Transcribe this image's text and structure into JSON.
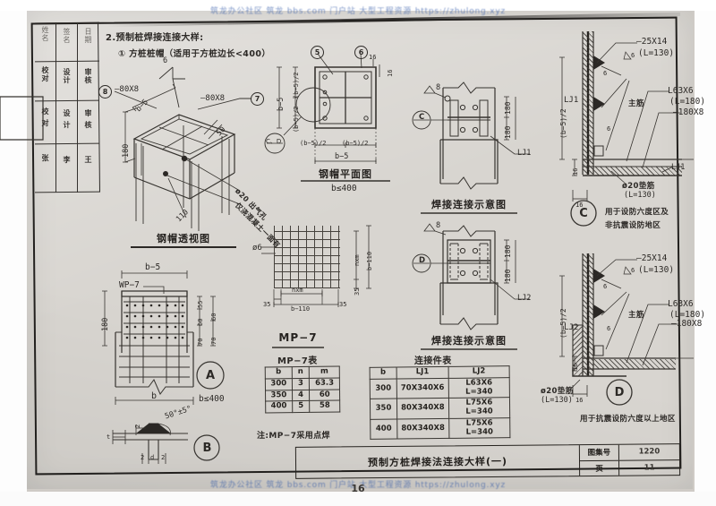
{
  "document": {
    "page_number": "16",
    "watermark_top": "筑龙办公社区 筑龙 bbs.com 门户站 大型工程资源 https://zhulong.xyz",
    "watermark_bottom": "筑龙办公社区 筑龙 bbs.com 门户站 大型工程资源 https://zhulong.xyz"
  },
  "signature_block": {
    "columns": [
      {
        "header": "校对",
        "role": "校对"
      },
      {
        "header": "设计",
        "role": "设计"
      },
      {
        "header": "审核",
        "role": "审核"
      }
    ],
    "labels_row1": [
      "姓名",
      "签名",
      "日期"
    ],
    "labels_row2": [
      "校 对",
      "设 计",
      "审 核"
    ],
    "labels_row3": [
      "张",
      "李",
      "王"
    ]
  },
  "heading": {
    "section": "2.预制桩焊接连接大样:",
    "subsection": "① 方桩桩帽（适用于方桩边长<400）"
  },
  "figures": {
    "steel_cap_perspective": {
      "title": "钢帽透视图",
      "labels": [
        {
          "key": "tag8",
          "text": "8"
        },
        {
          "key": "plate_left",
          "text": "—80X8"
        },
        {
          "key": "plate_right",
          "text": "—80X8"
        },
        {
          "key": "tag7",
          "text": "7"
        },
        {
          "key": "weld6",
          "text": "6"
        },
        {
          "key": "dim_b5",
          "text": "b−5"
        },
        {
          "key": "dim_180",
          "text": "180"
        },
        {
          "key": "dim_50",
          "text": "50"
        },
        {
          "key": "dim_110",
          "text": "110"
        },
        {
          "key": "vent_hole",
          "text": "ø20 出气孔"
        },
        {
          "key": "vent_note",
          "text": "仅浇混凝土一面有"
        }
      ]
    },
    "steel_cap_plan": {
      "title": "钢帽平面图",
      "subtitle": "b≤400",
      "labels": [
        {
          "key": "tag5",
          "text": "5"
        },
        {
          "key": "tag6",
          "text": "6"
        },
        {
          "key": "dim16a",
          "text": "16"
        },
        {
          "key": "dim16b",
          "text": "16"
        },
        {
          "key": "dim_b5_v",
          "text": "b−5"
        },
        {
          "key": "dim_half_a",
          "text": "(b−5)/2"
        },
        {
          "key": "dim_half_b",
          "text": "(b−5)/2"
        },
        {
          "key": "dim_half_c",
          "text": "(b−5)/2"
        },
        {
          "key": "dim_half_d",
          "text": "(b−5)/2"
        },
        {
          "key": "dim_b5_h",
          "text": "b−5"
        },
        {
          "key": "detail_cd",
          "text": "C、D"
        }
      ]
    },
    "weld_schematic_1": {
      "title": "焊接连接示意图",
      "labels": [
        {
          "key": "weld8",
          "text": "8"
        },
        {
          "key": "detail_c",
          "text": "C"
        },
        {
          "key": "dim180a",
          "text": "180"
        },
        {
          "key": "dim180b",
          "text": "180"
        },
        {
          "key": "lj1",
          "text": "LJ1"
        }
      ]
    },
    "weld_schematic_2": {
      "title": "焊接连接示意图",
      "labels": [
        {
          "key": "weld8",
          "text": "8"
        },
        {
          "key": "detail_d",
          "text": "D"
        },
        {
          "key": "dim180a",
          "text": "180"
        },
        {
          "key": "dim180b",
          "text": "180"
        },
        {
          "key": "lj2",
          "text": "LJ2"
        }
      ]
    },
    "mp7_mesh": {
      "title": "MP−7",
      "labels": [
        {
          "key": "bar_dia",
          "text": "ø6"
        },
        {
          "key": "nxm_h",
          "text": "nxm"
        },
        {
          "key": "nxm_v",
          "text": "nxm"
        },
        {
          "key": "b110_h",
          "text": "b−110"
        },
        {
          "key": "b110_v",
          "text": "b−110"
        },
        {
          "key": "d35_left",
          "text": "35"
        },
        {
          "key": "d35_right",
          "text": "35"
        },
        {
          "key": "d35_top",
          "text": "35"
        },
        {
          "key": "d35_bot",
          "text": "35"
        }
      ]
    },
    "detail_a": {
      "tag": "A",
      "note": "b≤400",
      "labels": [
        {
          "key": "wp7",
          "text": "WP−7"
        },
        {
          "key": "dim_b5",
          "text": "b−5"
        },
        {
          "key": "dim180",
          "text": "180"
        },
        {
          "key": "d55",
          "text": "55"
        },
        {
          "key": "d60a",
          "text": "60"
        },
        {
          "key": "d60b",
          "text": "60"
        },
        {
          "key": "d70a",
          "text": "70"
        },
        {
          "key": "d70b",
          "text": "70"
        },
        {
          "key": "dim_b",
          "text": "b"
        }
      ]
    },
    "detail_b": {
      "tag": "B",
      "labels": [
        {
          "key": "angle",
          "text": "50°±5°"
        },
        {
          "key": "t",
          "text": "t"
        },
        {
          "key": "gap2",
          "text": "2"
        },
        {
          "key": "left2",
          "text": "2"
        },
        {
          "key": "d",
          "text": "d"
        },
        {
          "key": "right2",
          "text": "2"
        }
      ]
    },
    "detail_c": {
      "tag": "C",
      "note_line1": "用于设防六度区及",
      "note_line2": "非抗震设防地区",
      "labels": [
        {
          "key": "plate2514",
          "text": "—25X14"
        },
        {
          "key": "plate2514_len",
          "text": "(L=130)"
        },
        {
          "key": "weld6_a",
          "text": "6"
        },
        {
          "key": "weld6_b",
          "text": "6"
        },
        {
          "key": "weld6_c",
          "text": "6"
        },
        {
          "key": "angle_l63",
          "text": "L63X6"
        },
        {
          "key": "angle_l63_len",
          "text": "(L=180)"
        },
        {
          "key": "plate180",
          "text": "—180X8"
        },
        {
          "key": "main_bar",
          "text": "主筋"
        },
        {
          "key": "lj1_top",
          "text": "LJ1"
        },
        {
          "key": "lj1_bot",
          "text": "LJ1"
        },
        {
          "key": "dim_half",
          "text": "(b−5)/2"
        },
        {
          "key": "dim16_v",
          "text": "16"
        },
        {
          "key": "dim16_h",
          "text": "16"
        },
        {
          "key": "pad_bar",
          "text": "ø20垫筋"
        },
        {
          "key": "pad_bar_len",
          "text": "(L=130)"
        }
      ]
    },
    "detail_d": {
      "tag": "D",
      "note": "用于抗震设防六度以上地区",
      "labels": [
        {
          "key": "plate2514",
          "text": "—25X14"
        },
        {
          "key": "plate2514_len",
          "text": "(L=130)"
        },
        {
          "key": "weld6_a",
          "text": "6"
        },
        {
          "key": "weld6_b",
          "text": "6"
        },
        {
          "key": "weld6_c",
          "text": "6"
        },
        {
          "key": "angle_l63",
          "text": "L63X6"
        },
        {
          "key": "angle_l63_len",
          "text": "(L=180)"
        },
        {
          "key": "plate180",
          "text": "—180X8"
        },
        {
          "key": "main_bar",
          "text": "主筋"
        },
        {
          "key": "lj2",
          "text": "LJ2"
        },
        {
          "key": "dim_half",
          "text": "(b−5)/2"
        },
        {
          "key": "dim16_v",
          "text": "16"
        },
        {
          "key": "dim16_h",
          "text": "16"
        },
        {
          "key": "pad_bar",
          "text": "ø20垫筋"
        },
        {
          "key": "pad_bar_len",
          "text": "(L=130)"
        }
      ]
    }
  },
  "tables": {
    "mp7": {
      "title": "MP−7表",
      "headers": [
        "b",
        "n",
        "m"
      ],
      "rows": [
        [
          "300",
          "3",
          "63.3"
        ],
        [
          "350",
          "4",
          "60"
        ],
        [
          "400",
          "5",
          "58"
        ]
      ],
      "note": "注:MP−7采用点焊"
    },
    "connector": {
      "title": "连接件表",
      "headers": [
        "b",
        "LJ1",
        "LJ2"
      ],
      "rows": [
        [
          "300",
          "70X340X6",
          "L63X6 L=340"
        ],
        [
          "350",
          "80X340X8",
          "L75X6 L=340"
        ],
        [
          "400",
          "80X340X8",
          "L75X6 L=340"
        ]
      ]
    }
  },
  "title_block": {
    "drawing_name": "预制方桩焊接法连接大样(一)",
    "atlas_key": "图集号",
    "atlas_value": "1220",
    "page_key": "页",
    "page_value": "11"
  }
}
